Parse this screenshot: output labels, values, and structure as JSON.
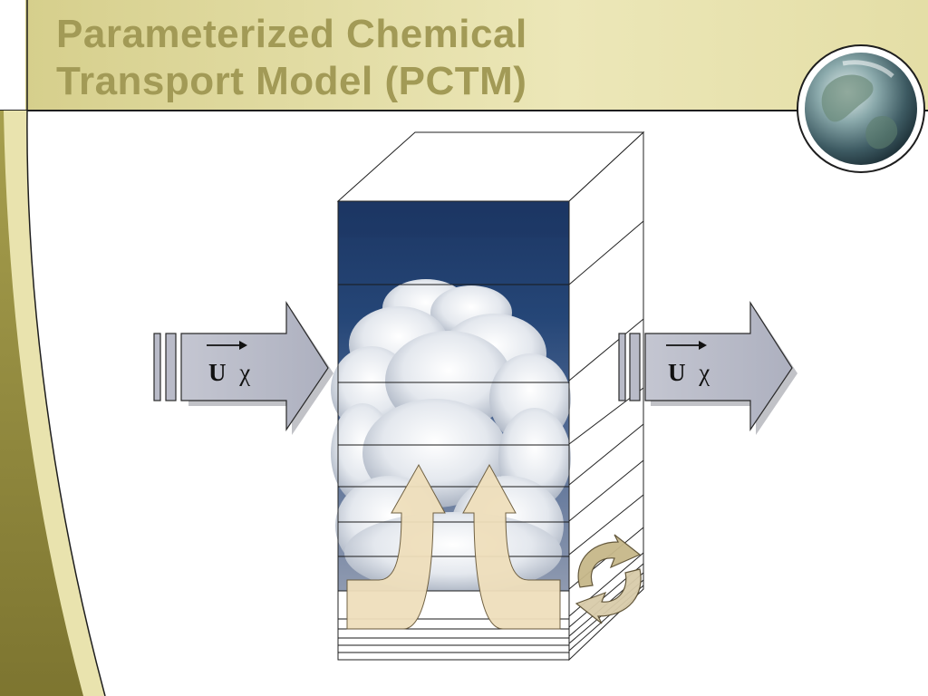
{
  "slide": {
    "title_line1": "Parameterized Chemical",
    "title_line2": "Transport Model (PCTM)"
  },
  "arrows": {
    "inflow": {
      "vector": "U",
      "species": "χ"
    },
    "outflow": {
      "vector": "U",
      "species": "χ"
    }
  },
  "colors": {
    "title": "#a29a56",
    "theme_band": "#e6e0a8",
    "theme_dark": "#8e8536",
    "flow_arrow": "#b9bbc8",
    "updraft": "#efdfbc"
  },
  "icons": [
    "globe-icon",
    "cloud-photo",
    "updraft-arrow",
    "circulation-arrow"
  ]
}
